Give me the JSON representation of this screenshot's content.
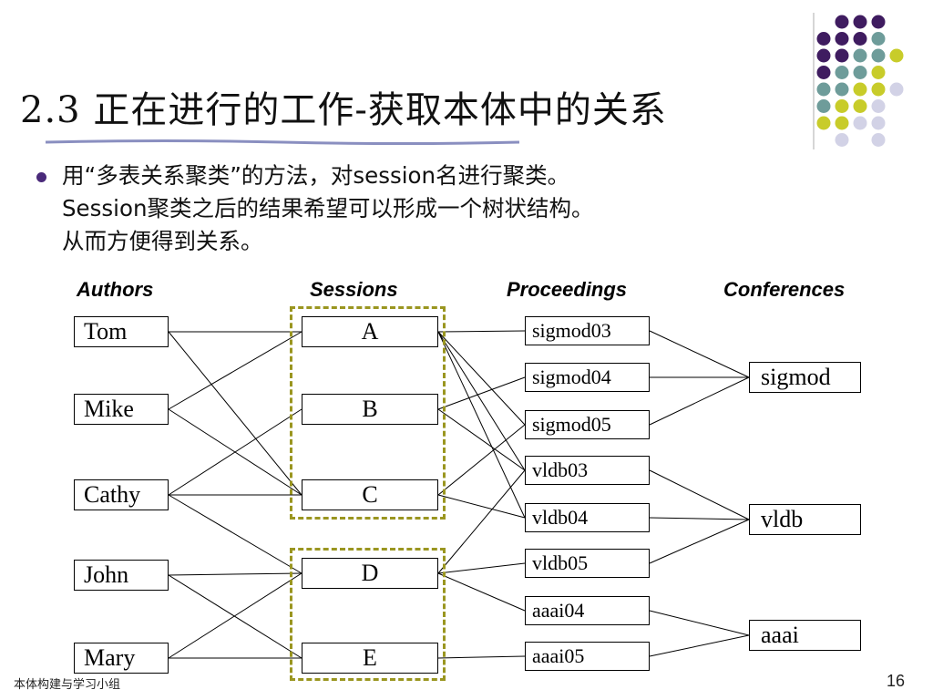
{
  "slide": {
    "title": "2.3 正在进行的工作-获取本体中的关系",
    "bullet_lines": [
      "用“多表关系聚类”的方法，对session名进行聚类。",
      "Session聚类之后的结果希望可以形成一个树状结构。",
      "从而方便得到关系。"
    ],
    "footer_text": "本体构建与学习小组",
    "page_number": "16"
  },
  "colors": {
    "bullet": "#4a2a7a",
    "group_box_border": "#9a9620",
    "dot_purple": "#3f1c60",
    "dot_teal": "#6e9c9a",
    "dot_yellow": "#c8cc2a",
    "dot_lavender": "#d2d2e6"
  },
  "diagram": {
    "columns": {
      "authors": "Authors",
      "sessions": "Sessions",
      "proceedings": "Proceedings",
      "conferences": "Conferences"
    },
    "authors": [
      "Tom",
      "Mike",
      "Cathy",
      "John",
      "Mary"
    ],
    "sessions": [
      "A",
      "B",
      "C",
      "D",
      "E"
    ],
    "proceedings": [
      "sigmod03",
      "sigmod04",
      "sigmod05",
      "vldb03",
      "vldb04",
      "vldb05",
      "aaai04",
      "aaai05"
    ],
    "conferences": [
      "sigmod",
      "vldb",
      "aaai"
    ],
    "author_session_links": [
      [
        "Tom",
        "A"
      ],
      [
        "Tom",
        "C"
      ],
      [
        "Mike",
        "A"
      ],
      [
        "Mike",
        "C"
      ],
      [
        "Cathy",
        "B"
      ],
      [
        "Cathy",
        "C"
      ],
      [
        "Cathy",
        "D"
      ],
      [
        "John",
        "D"
      ],
      [
        "John",
        "E"
      ],
      [
        "Mary",
        "D"
      ],
      [
        "Mary",
        "E"
      ]
    ],
    "session_proceeding_links": [
      [
        "A",
        "sigmod03"
      ],
      [
        "A",
        "sigmod05"
      ],
      [
        "A",
        "vldb03"
      ],
      [
        "A",
        "vldb04"
      ],
      [
        "B",
        "sigmod04"
      ],
      [
        "B",
        "vldb03"
      ],
      [
        "C",
        "sigmod05"
      ],
      [
        "C",
        "vldb04"
      ],
      [
        "D",
        "vldb03"
      ],
      [
        "D",
        "vldb05"
      ],
      [
        "D",
        "aaai04"
      ],
      [
        "E",
        "aaai05"
      ]
    ],
    "proceeding_conference_links": [
      [
        "sigmod03",
        "sigmod"
      ],
      [
        "sigmod04",
        "sigmod"
      ],
      [
        "sigmod05",
        "sigmod"
      ],
      [
        "vldb03",
        "vldb"
      ],
      [
        "vldb04",
        "vldb"
      ],
      [
        "vldb05",
        "vldb"
      ],
      [
        "aaai04",
        "aaai"
      ],
      [
        "aaai05",
        "aaai"
      ]
    ]
  }
}
